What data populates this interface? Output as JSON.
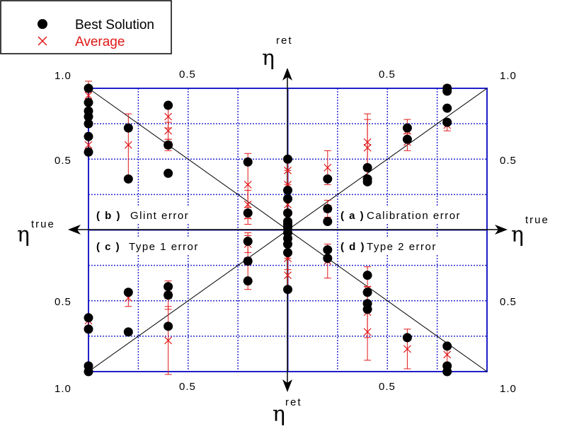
{
  "colors": {
    "frame": "#1f1fc8",
    "grid": "#2a2ad0",
    "best": "#000000",
    "average": "#e01818",
    "average_text": "#e01818"
  },
  "legend": {
    "best_label": "Best Solution",
    "average_label": "Average"
  },
  "axis_labels": {
    "top_eta": "η",
    "top_sup": "ret",
    "bottom_eta": "η",
    "bottom_sup": "ret",
    "left_eta": "η",
    "left_sup": "true",
    "right_eta": "η",
    "right_sup": "true"
  },
  "ticks": {
    "top_left_corner": "1.0",
    "top_left_mid": "0.5",
    "top_right_mid": "0.5",
    "top_right_corner": "1.0",
    "bottom_left_corner": "1.0",
    "bottom_left_mid": "0.5",
    "bottom_right_mid": "0.5",
    "bottom_right_corner": "1.0",
    "left_upper_mid": "0.5",
    "left_lower_mid": "0.5",
    "right_upper_mid": "0.5",
    "right_lower_mid": "0.5"
  },
  "quadrants": {
    "a_tag": "( a )",
    "a_label": "Calibration   error",
    "b_tag": "( b )",
    "b_label": "Glint   error",
    "c_tag": "( c )",
    "c_label": "Type  1  error",
    "d_tag": "( d )",
    "d_label": "Type  2  error"
  },
  "chart_data": {
    "type": "scatter",
    "x": {
      "range": [
        -1,
        1
      ]
    },
    "y": {
      "range": [
        -1,
        1
      ]
    },
    "grid": true,
    "legend_position": "top-left",
    "series": [
      {
        "name": "Best Solution",
        "points": [
          [
            -1,
            1
          ],
          [
            -1,
            0.9
          ],
          [
            -1,
            0.84
          ],
          [
            -1,
            0.8
          ],
          [
            -1,
            0.75
          ],
          [
            -1,
            0.66
          ],
          [
            -1,
            0.55
          ],
          [
            -0.8,
            0.72
          ],
          [
            -0.8,
            0.36
          ],
          [
            -0.6,
            0.88
          ],
          [
            -0.6,
            0.6
          ],
          [
            -0.6,
            0.4
          ],
          [
            -0.2,
            0.48
          ],
          [
            -0.2,
            0.12
          ],
          [
            -0.2,
            -0.08
          ],
          [
            -0.2,
            -0.22
          ],
          [
            -0.2,
            -0.36
          ],
          [
            0,
            0.5
          ],
          [
            0,
            0.28
          ],
          [
            0,
            0.22
          ],
          [
            0,
            0.12
          ],
          [
            0,
            0.06
          ],
          [
            0,
            0.04
          ],
          [
            0,
            0.02
          ],
          [
            0,
            -0.02
          ],
          [
            0,
            -0.06
          ],
          [
            0,
            -0.1
          ],
          [
            0,
            -0.16
          ],
          [
            0,
            -0.42
          ],
          [
            0.2,
            0.36
          ],
          [
            0.2,
            0.15
          ],
          [
            0.2,
            0.06
          ],
          [
            0.2,
            -0.14
          ],
          [
            0.2,
            -0.2
          ],
          [
            0.4,
            0.44
          ],
          [
            0.4,
            0.36
          ],
          [
            0.4,
            0.34
          ],
          [
            0.4,
            -0.32
          ],
          [
            0.4,
            -0.44
          ],
          [
            0.4,
            -0.52
          ],
          [
            0.4,
            -0.56
          ],
          [
            0.6,
            0.72
          ],
          [
            0.6,
            0.64
          ],
          [
            0.6,
            -0.76
          ],
          [
            0.8,
            1
          ],
          [
            0.8,
            0.98
          ],
          [
            0.8,
            0.86
          ],
          [
            0.8,
            0.76
          ],
          [
            -1,
            -0.62
          ],
          [
            -1,
            -0.7
          ],
          [
            -1,
            -0.96
          ],
          [
            -1,
            -1
          ],
          [
            -0.8,
            -0.44
          ],
          [
            -0.8,
            -0.72
          ],
          [
            -0.6,
            -0.4
          ],
          [
            -0.6,
            -0.46
          ],
          [
            -0.6,
            -0.68
          ],
          [
            0.8,
            -0.82
          ],
          [
            0.8,
            -0.96
          ],
          [
            0.8,
            -1
          ]
        ]
      },
      {
        "name": "Average",
        "points": [
          [
            -1,
            0.95,
            0.1
          ],
          [
            -1,
            0.6,
            0.06
          ],
          [
            -0.8,
            0.6,
            0.22
          ],
          [
            -0.6,
            0.8,
            0.08
          ],
          [
            -0.6,
            0.7,
            0.06
          ],
          [
            -0.6,
            0.6,
            0.04
          ],
          [
            -0.2,
            0.32,
            0.22
          ],
          [
            -0.2,
            0.18,
            0.1
          ],
          [
            -0.2,
            0.1,
            0.06
          ],
          [
            -0.2,
            -0.1,
            0.06
          ],
          [
            -0.2,
            -0.22,
            0.2
          ],
          [
            0,
            0.42,
            0.1
          ],
          [
            0,
            0.32,
            0.1
          ],
          [
            0,
            0.18,
            0.08
          ],
          [
            0,
            0.08,
            0.06
          ],
          [
            0,
            -0.08,
            0.06
          ],
          [
            0,
            -0.2,
            0.08
          ],
          [
            0,
            -0.32,
            0.12
          ],
          [
            0.2,
            0.44,
            0.12
          ],
          [
            0.2,
            0.15,
            0.06
          ],
          [
            0.2,
            -0.22,
            0.12
          ],
          [
            0.4,
            0.62,
            0.2
          ],
          [
            0.4,
            0.58,
            0.2
          ],
          [
            0.4,
            -0.42,
            0.16
          ],
          [
            0.4,
            -0.58,
            0.18
          ],
          [
            0.4,
            -0.72,
            0.2
          ],
          [
            0.6,
            0.7,
            0.08
          ],
          [
            0.6,
            0.62,
            0.06
          ],
          [
            0.6,
            -0.84,
            0.14
          ],
          [
            0.8,
            1,
            0.02
          ],
          [
            0.8,
            0.74,
            0.04
          ],
          [
            -1,
            -0.64,
            0.04
          ],
          [
            -1,
            -0.98,
            0.02
          ],
          [
            -0.8,
            -0.48,
            0.06
          ],
          [
            -0.6,
            -0.78,
            0.24
          ],
          [
            -0.6,
            -0.46,
            0.1
          ],
          [
            0.8,
            -0.88,
            0.06
          ],
          [
            0.8,
            -0.98,
            0.02
          ]
        ]
      }
    ]
  }
}
